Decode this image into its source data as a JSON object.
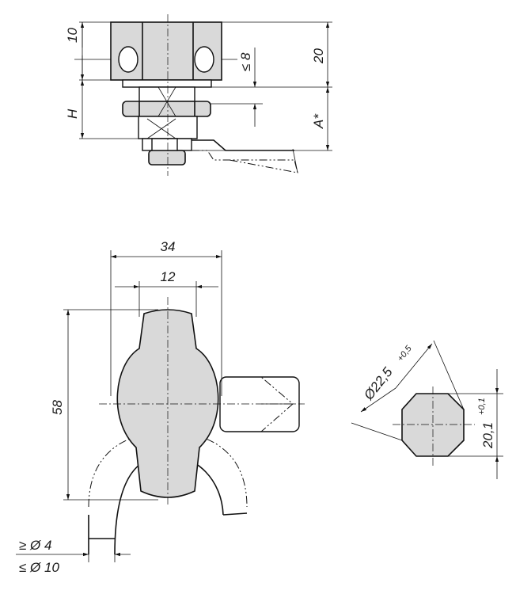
{
  "side_view": {
    "dim_10": "10",
    "dim_h": "H",
    "dim_max_8": "≤ 8",
    "dim_20": "20",
    "dim_a": "A*"
  },
  "front_view": {
    "dim_34": "34",
    "dim_12": "12",
    "dim_58": "58",
    "dim_min_dia": "≥ Ø 4",
    "dim_max_dia": "≤ Ø 10"
  },
  "detail": {
    "dim_20_1": "20,1",
    "tol_20_1": "+0,1",
    "dim_dia_22_5": "Ø22,5",
    "tol_22_5": "+0,5"
  },
  "colors": {
    "part_fill": "#d9d9d9",
    "line": "#111111",
    "background": "#ffffff"
  }
}
